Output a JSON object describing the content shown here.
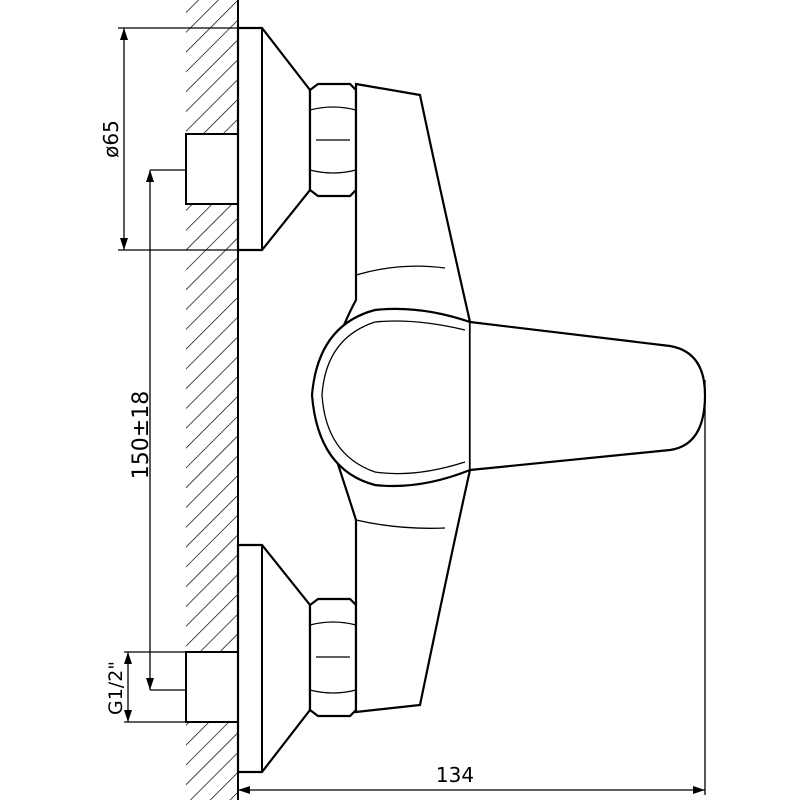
{
  "drawing": {
    "dimensions": {
      "escutcheon_diameter": "ø65",
      "centre_distance": "150±18",
      "thread": "G1/2\"",
      "projection": "134"
    }
  }
}
